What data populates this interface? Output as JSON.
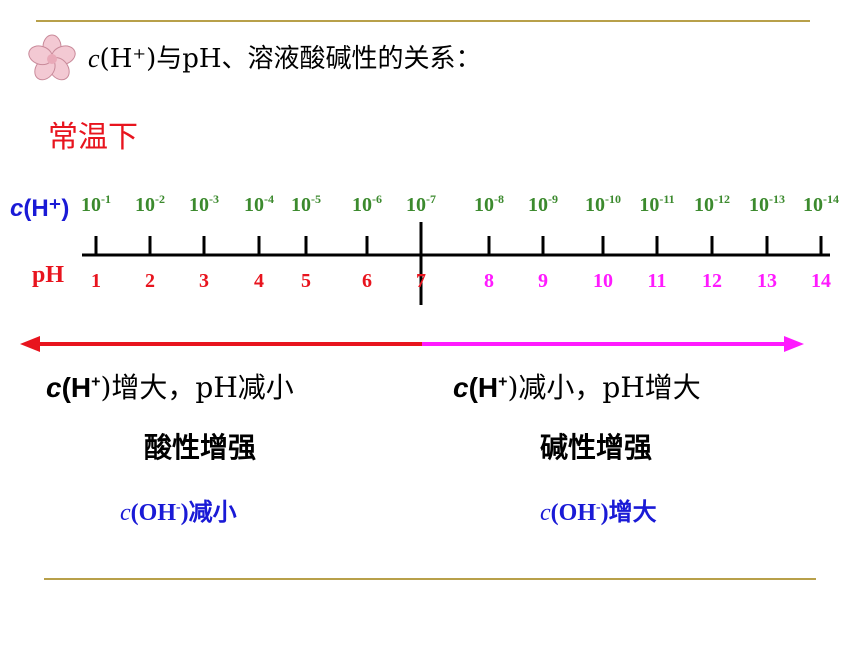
{
  "title": {
    "c": "c",
    "rest": "(H⁺)与pH、溶液酸碱性的关系："
  },
  "temperature": "常温下",
  "scale": {
    "ch_label": {
      "c": "c",
      "rest": "(H⁺)"
    },
    "ph_label": "pH",
    "concentrations": [
      {
        "base": "10",
        "exp": "-1"
      },
      {
        "base": "10",
        "exp": "-2"
      },
      {
        "base": "10",
        "exp": "-3"
      },
      {
        "base": "10",
        "exp": "-4"
      },
      {
        "base": "10",
        "exp": "-5"
      },
      {
        "base": "10",
        "exp": "-6"
      },
      {
        "base": "10",
        "exp": "-7"
      },
      {
        "base": "10",
        "exp": "-8"
      },
      {
        "base": "10",
        "exp": "-9"
      },
      {
        "base": "10",
        "exp": "-10"
      },
      {
        "base": "10",
        "exp": "-11"
      },
      {
        "base": "10",
        "exp": "-12"
      },
      {
        "base": "10",
        "exp": "-13"
      },
      {
        "base": "10",
        "exp": "-14"
      }
    ],
    "ph_values": [
      "1",
      "2",
      "3",
      "4",
      "5",
      "6",
      "7",
      "8",
      "9",
      "10",
      "11",
      "12",
      "13",
      "14"
    ]
  },
  "left": {
    "trend_c": "c",
    "trend_h": "(H",
    "trend_sup": "+",
    "trend_rest": ")增大，pH减小",
    "nature": "酸性增强",
    "oh_c": "c",
    "oh_mid": "(OH",
    "oh_sup": "-",
    "oh_close": ")",
    "oh_change": "减小"
  },
  "right": {
    "trend_c": "c",
    "trend_h": "(H",
    "trend_sup": "+",
    "trend_rest": ")减小，pH增大",
    "nature": "碱性增强",
    "oh_c": "c",
    "oh_mid": "(OH",
    "oh_sup": "-",
    "oh_close": ")",
    "oh_change": "增大"
  },
  "colors": {
    "acid": "#e8141e",
    "base": "#ff1aff",
    "concentration": "#3c8a2e",
    "h_label": "#1a1ad6",
    "rule": "#b8a04a"
  }
}
